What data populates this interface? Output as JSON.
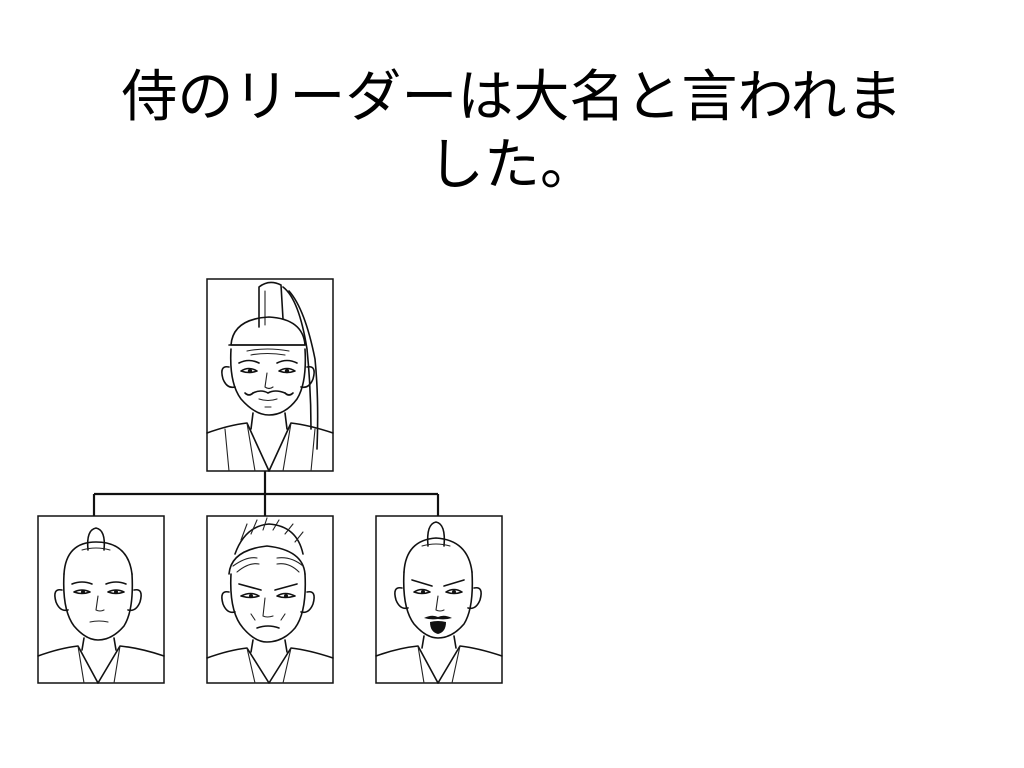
{
  "slide": {
    "title_line1": "侍のリーダーは大名と言われま",
    "title_line2": "した。"
  },
  "diagram": {
    "type": "hierarchy",
    "root": {
      "figure": "daimyo-portrait"
    },
    "children": [
      {
        "figure": "samurai-portrait"
      },
      {
        "figure": "samurai-portrait"
      },
      {
        "figure": "samurai-portrait"
      }
    ],
    "colors": {
      "ink": "#111111",
      "background": "#ffffff"
    }
  }
}
